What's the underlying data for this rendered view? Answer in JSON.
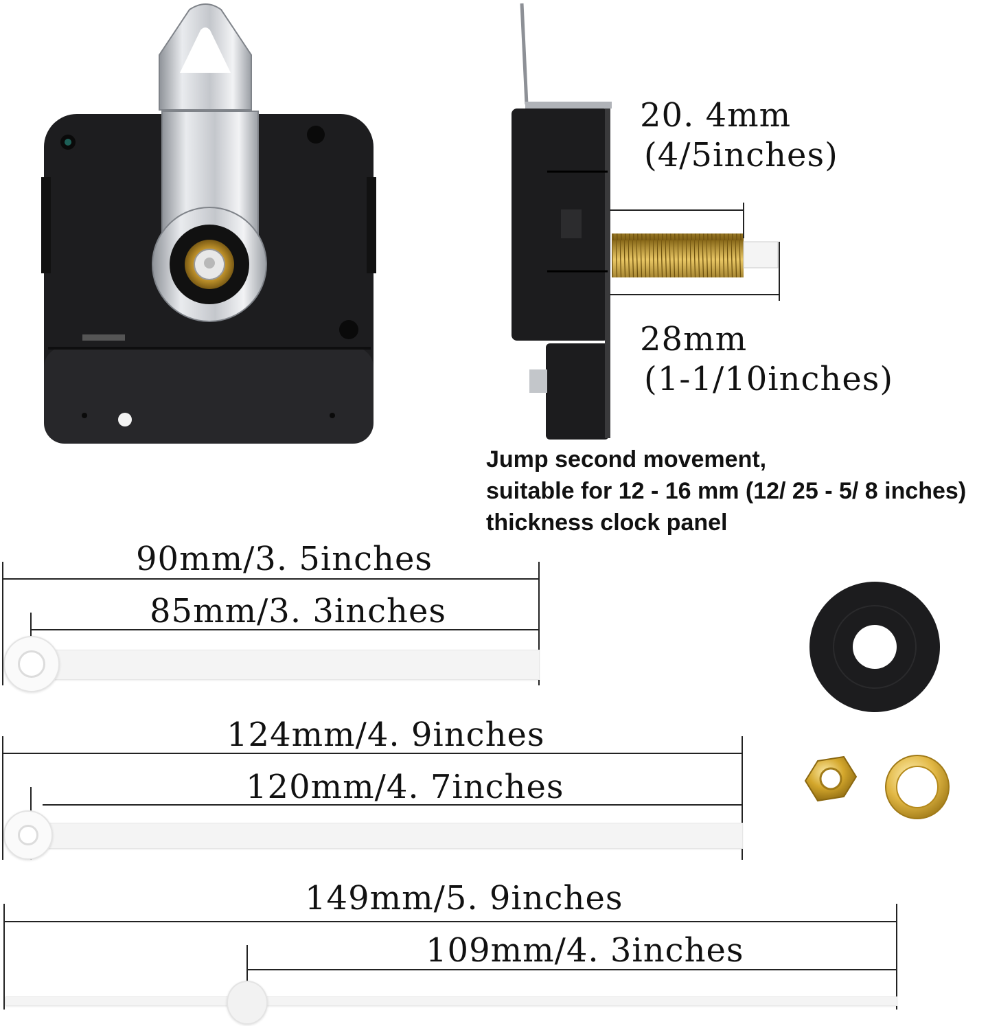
{
  "movement": {
    "thickness_label_mm": "20. 4mm",
    "thickness_label_in": "(4/5inches)",
    "shaft_label_mm": "28mm",
    "shaft_label_in": "(1-1/10inches)",
    "description_lines": [
      "Jump second movement,",
      "suitable for 12 - 16 mm (12/ 25 - 5/ 8 inches)",
      "thickness clock panel"
    ]
  },
  "hands": {
    "second_hand": {
      "total": "90mm/3. 5inches",
      "length": "85mm/3. 3inches"
    },
    "minute_hand": {
      "total": "124mm/4. 9inches",
      "length": "120mm/4. 7inches"
    },
    "hour_hand": {
      "total": "149mm/5. 9inches",
      "length": "109mm/4. 3inches"
    }
  },
  "accessories": {
    "washer_color": "#1c1c1e",
    "nut_color": "#d4a72c",
    "ring_color": "#e2b845"
  },
  "colors": {
    "movement_body": "#1d1d1f",
    "hanger_metal": "#cfd2d6",
    "brass": "#c99a2e",
    "hand_color": "#f4f4f4"
  }
}
